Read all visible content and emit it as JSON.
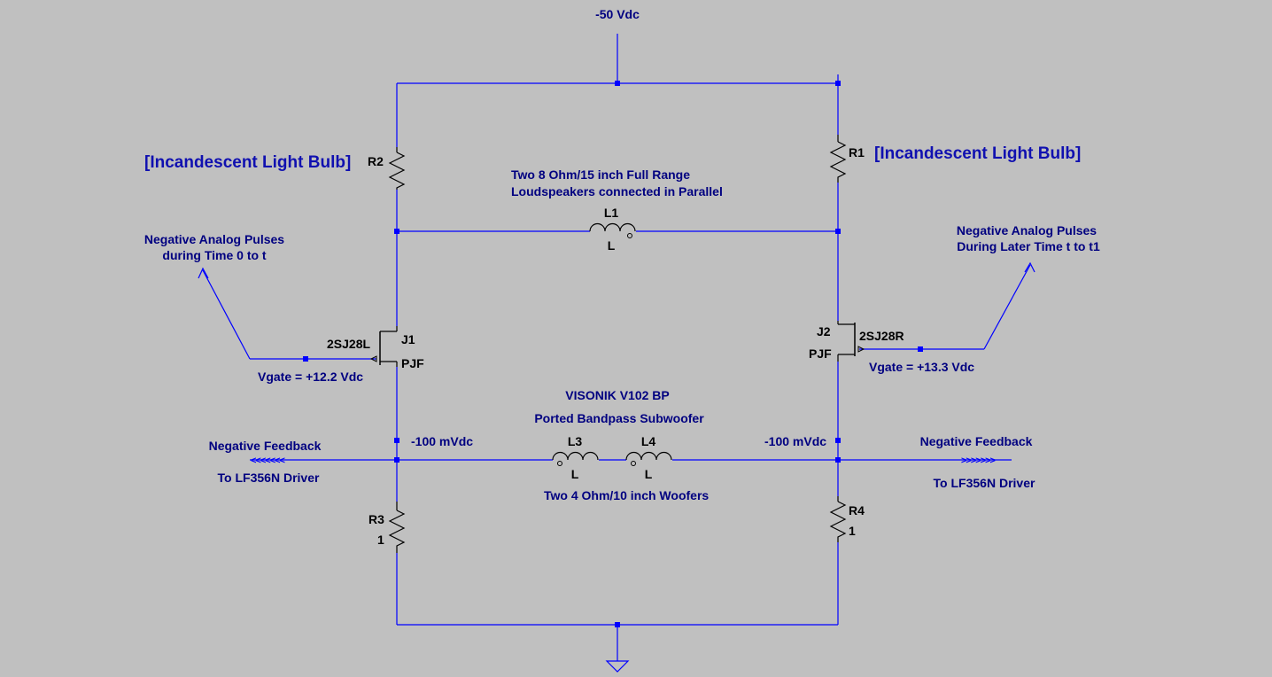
{
  "supply": "-50 Vdc",
  "r2": {
    "ref": "R2",
    "note": "[Incandescent Light Bulb]"
  },
  "r1": {
    "ref": "R1",
    "note": "[Incandescent Light Bulb]"
  },
  "speakers_note": [
    "Two 8 Ohm/15 inch Full Range",
    "Loudspeakers connected in Parallel"
  ],
  "l1": {
    "ref": "L1",
    "value": "L"
  },
  "pulse_left": [
    "Negative Analog Pulses",
    "during Time 0 to t"
  ],
  "pulse_right": [
    "Negative Analog Pulses",
    "During Later Time t to t1"
  ],
  "j1": {
    "ref": "J1",
    "model": "2SJ28L",
    "type": "PJF",
    "vgate": "Vgate = +12.2 Vdc"
  },
  "j2": {
    "ref": "J2",
    "model": "2SJ28R",
    "type": "PJF",
    "vgate": "Vgate = +13.3 Vdc"
  },
  "subwoofer_note": [
    "VISONIK V102 BP",
    "Ported Bandpass Subwoofer"
  ],
  "node_left_v": "-100 mVdc",
  "node_right_v": "-100 mVdc",
  "feedback_left": [
    "Negative Feedback",
    "To LF356N Driver"
  ],
  "feedback_right": [
    "Negative Feedback",
    "To LF356N Driver"
  ],
  "arrows_left": "<<<<<<<",
  "arrows_right": ">>>>>>>",
  "l3": {
    "ref": "L3",
    "value": "L"
  },
  "l4": {
    "ref": "L4",
    "value": "L"
  },
  "woofers_note": "Two  4 Ohm/10 inch Woofers",
  "r3": {
    "ref": "R3",
    "value": "1"
  },
  "r4": {
    "ref": "R4",
    "value": "1"
  },
  "colors": {
    "background": "#c0c0c0",
    "wire": "#0000ff",
    "label": "#000080",
    "component": "#000000"
  }
}
